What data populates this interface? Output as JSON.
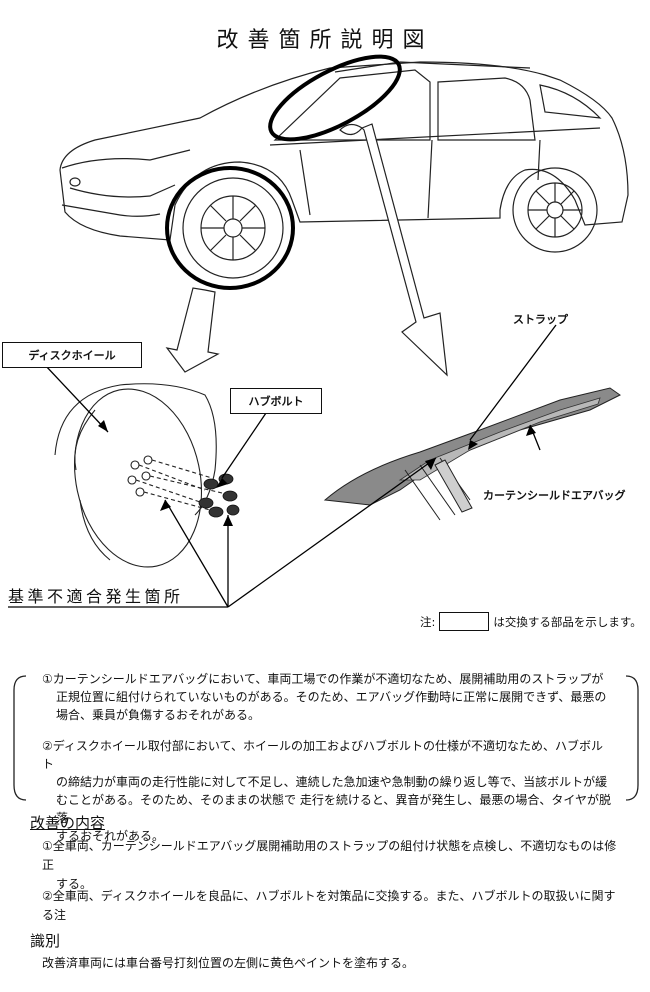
{
  "title": "改善箇所説明図",
  "labels": {
    "strap": "ストラップ",
    "disc_wheel": "ディスクホイール",
    "hub_bolt": "ハブボルト",
    "curtain_airbag": "カーテンシールドエアバッグ",
    "nonconformity": "基準不適合発生箇所"
  },
  "note": {
    "prefix": "注:",
    "suffix": "は交換する部品を示します。"
  },
  "defects": [
    {
      "lines": [
        "①カーテンシールドエアバッグにおいて、車両工場での作業が不適切なため、展開補助用のストラップが",
        "正規位置に組付けられていないものがある。そのため、エアバッグ作動時に正常に展開できず、最悪の",
        "場合、乗員が負傷するおそれがある。"
      ]
    },
    {
      "lines": [
        "②ディスクホイール取付部において、ホイールの加工およびハブボルトの仕様が不適切なため、ハブボルト",
        "の締結力が車両の走行性能に対して不足し、連続した急加速や急制動の繰り返し等で、当該ボルトが緩",
        "むことがある。そのため、そのままの状態で 走行を続けると、異音が発生し、最悪の場合、タイヤが脱落",
        "するおそれがある。"
      ]
    }
  ],
  "improvement": {
    "title": "改善の内容",
    "items": [
      {
        "lines": [
          "①全車両、カーテンシールドエアバッグ展開補助用のストラップの組付け状態を点検し、不適切なものは修正",
          "する。"
        ]
      },
      {
        "lines": [
          "②全車両、ディスクホイールを良品に、ハブボルトを対策品に交換する。また、ハブボルトの取扱いに関する注"
        ]
      }
    ]
  },
  "identification": {
    "title": "識別",
    "text": "改善済車両には車台番号打刻位置の左側に黄色ペイントを塗布する。"
  }
}
